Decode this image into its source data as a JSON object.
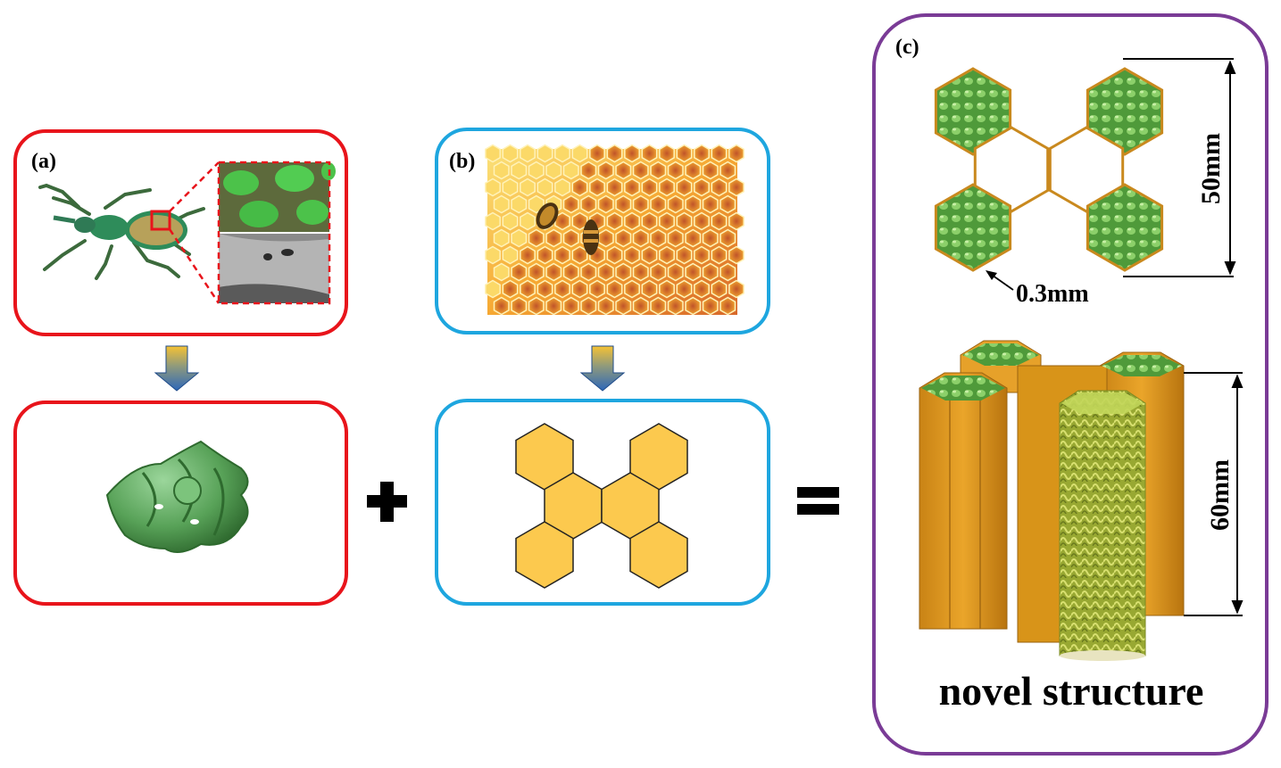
{
  "panels": {
    "a_label": "(a)",
    "b_label": "(b)",
    "c_label": "(c)"
  },
  "dimensions": {
    "height_top": "50mm",
    "height_3d": "60mm",
    "wall_thickness": "0.3mm"
  },
  "caption": "novel structure",
  "operators": {
    "plus": "+",
    "equals": "="
  },
  "colors": {
    "red_frame": "#e8141b",
    "blue_frame": "#1ea6df",
    "purple_frame": "#7a3b96",
    "honey_fill": "#fcc94e",
    "gyroid_green": "#5aa35a",
    "orange_column": "#d89419"
  }
}
